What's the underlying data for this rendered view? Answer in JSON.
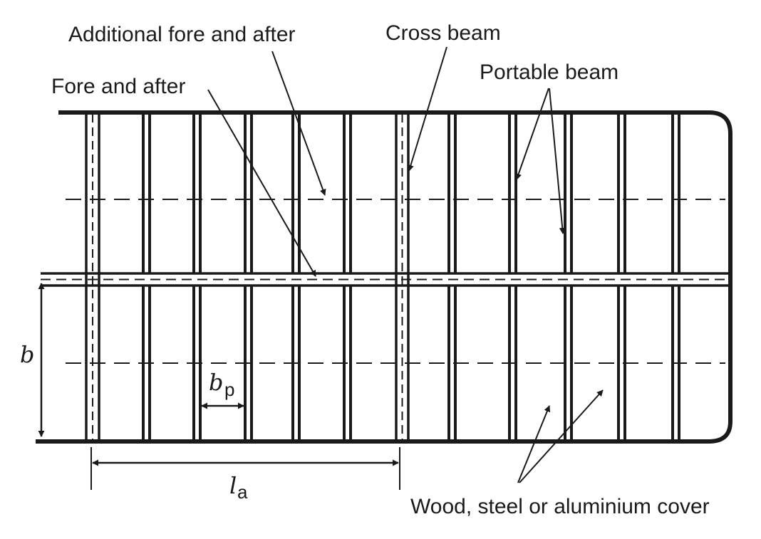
{
  "labels": {
    "additional_fore_and_after": "Additional fore and after",
    "cross_beam": "Cross beam",
    "portable_beam": "Portable beam",
    "fore_and_after": "Fore and after",
    "cover": "Wood, steel or aluminium cover"
  },
  "dimensions": {
    "b": "b",
    "bp_main": "b",
    "bp_sub": "p",
    "la_main": "l",
    "la_sub": "a"
  },
  "colors": {
    "stroke": "#1a1a1a",
    "background": "#ffffff"
  }
}
